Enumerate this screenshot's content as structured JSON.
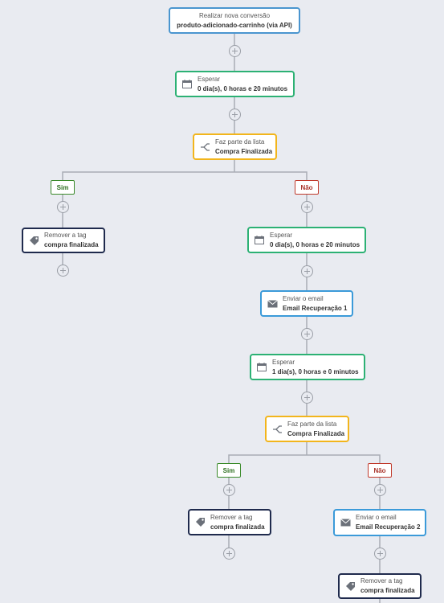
{
  "trigger": {
    "title": "Realizar nova conversão",
    "subtitle": "produto-adicionado-carrinho (via API)"
  },
  "wait1": {
    "title": "Esperar",
    "subtitle": "0 dia(s), 0 horas e 20 minutos",
    "icon": "calendar-icon"
  },
  "cond1": {
    "title": "Faz parte da lista",
    "subtitle": "Compra Finalizada",
    "icon": "branch-icon"
  },
  "branch1": {
    "yes_label": "Sim",
    "no_label": "Não"
  },
  "tag1": {
    "title": "Remover a tag",
    "subtitle": "compra finalizada",
    "icon": "tag-icon"
  },
  "wait2": {
    "title": "Esperar",
    "subtitle": "0 dia(s), 0 horas e 20 minutos",
    "icon": "calendar-icon"
  },
  "email1": {
    "title": "Enviar o email",
    "subtitle": "Email Recuperação 1",
    "icon": "envelope-icon"
  },
  "wait3": {
    "title": "Esperar",
    "subtitle": "1 dia(s), 0 horas e 0 minutos",
    "icon": "calendar-icon"
  },
  "cond2": {
    "title": "Faz parte da lista",
    "subtitle": "Compra Finalizada",
    "icon": "branch-icon"
  },
  "branch2": {
    "yes_label": "Sim",
    "no_label": "Não"
  },
  "tag2": {
    "title": "Remover a tag",
    "subtitle": "compra finalizada",
    "icon": "tag-icon"
  },
  "email2": {
    "title": "Enviar o email",
    "subtitle": "Email Recuperação 2",
    "icon": "envelope-icon"
  },
  "tag3": {
    "title": "Remover a tag",
    "subtitle": "compra finalizada",
    "icon": "tag-icon"
  },
  "colors": {
    "trigger": "#4a95cf",
    "wait": "#2cb174",
    "condition": "#f2b51c",
    "email": "#3b9ad9",
    "tag": "#1f2a4d",
    "yes": "#3a8a2a",
    "no": "#c0392b",
    "background": "#e9ebf1"
  }
}
